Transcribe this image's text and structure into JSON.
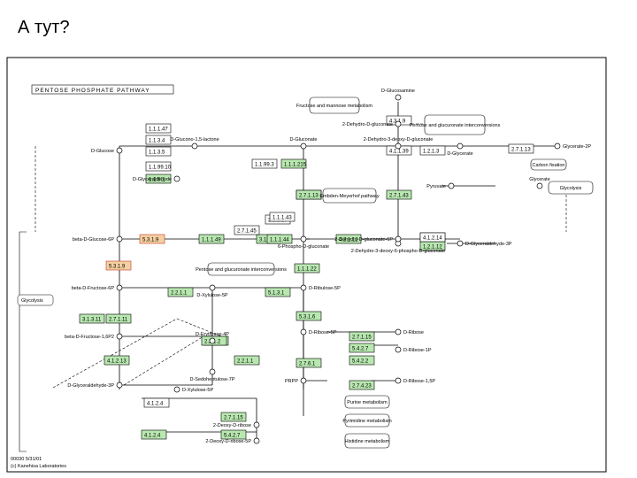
{
  "slide": {
    "title": "А тут?"
  },
  "diagram": {
    "header": "PENTOSE PHOSPHATE PATHWAY",
    "footer": [
      "00030 5/31/01",
      "(c) Kanehisa Laboratories"
    ],
    "enzymes": [
      {
        "id": "e1",
        "label": "1.1.1.47",
        "green": false
      },
      {
        "id": "e2",
        "label": "1.1.3.4",
        "green": false
      },
      {
        "id": "e3",
        "label": "1.1.3.5",
        "green": false
      },
      {
        "id": "e4",
        "label": "1.1.99.10",
        "green": false
      },
      {
        "id": "e5",
        "label": "1.1.5.2",
        "green": true
      },
      {
        "id": "e6",
        "label": "5.3.1.9",
        "green": false,
        "red": true
      },
      {
        "id": "e7",
        "label": "5.3.1.9",
        "green": false,
        "red": true
      },
      {
        "id": "e8",
        "label": "1.1.1.49",
        "green": true
      },
      {
        "id": "e9",
        "label": "3.1.1.31",
        "green": true
      },
      {
        "id": "e10",
        "label": "3.1.1.17",
        "green": false
      },
      {
        "id": "e11",
        "label": "2.7.1.12",
        "green": true
      },
      {
        "id": "e12",
        "label": "1.1.99.3",
        "green": false
      },
      {
        "id": "e13",
        "label": "1.1.1.215",
        "green": true
      },
      {
        "id": "e14",
        "label": "2.7.1.13",
        "green": true
      },
      {
        "id": "e15",
        "label": "1.1.1.43",
        "green": false
      },
      {
        "id": "e16",
        "label": "2.7.1.43",
        "green": true
      },
      {
        "id": "e17",
        "label": "1.1.1.44",
        "green": true
      },
      {
        "id": "e18",
        "label": "4.2.1.12",
        "green": true
      },
      {
        "id": "e19",
        "label": "4.1.2.14",
        "green": false
      },
      {
        "id": "e20",
        "label": "1.2.1.12",
        "green": true
      },
      {
        "id": "e21",
        "label": "4.1.2.14",
        "green": false
      },
      {
        "id": "e22",
        "label": "4.3.1.9",
        "green": false
      },
      {
        "id": "e23",
        "label": "4.1.1.39",
        "green": false
      },
      {
        "id": "e24",
        "label": "1.2.1.3",
        "green": false
      },
      {
        "id": "e25",
        "label": "2.7.1.13",
        "green": false
      },
      {
        "id": "e26",
        "label": "2.7.1.45",
        "green": false
      },
      {
        "id": "e27",
        "label": "1.1.1.22",
        "green": true
      },
      {
        "id": "e28",
        "label": "2.2.1.1",
        "green": true
      },
      {
        "id": "e29",
        "label": "2.2.1.2",
        "green": true
      },
      {
        "id": "e30",
        "label": "3.1.3.11",
        "green": true
      },
      {
        "id": "e31",
        "label": "2.7.1.11",
        "green": true
      },
      {
        "id": "e32",
        "label": "4.1.2.13",
        "green": true
      },
      {
        "id": "e33",
        "label": "2.2.1.2",
        "green": true
      },
      {
        "id": "e34",
        "label": "2.2.1.1",
        "green": true
      },
      {
        "id": "e35",
        "label": "5.1.3.1",
        "green": true
      },
      {
        "id": "e36",
        "label": "5.3.1.6",
        "green": true
      },
      {
        "id": "e37",
        "label": "2.7.6.1",
        "green": true
      },
      {
        "id": "e38",
        "label": "2.7.1.15",
        "green": true
      },
      {
        "id": "e39",
        "label": "5.4.2.7",
        "green": true
      },
      {
        "id": "e40",
        "label": "5.4.2.2",
        "green": true
      },
      {
        "id": "e41",
        "label": "2.7.4.23",
        "green": true
      },
      {
        "id": "e42",
        "label": "4.1.2.4",
        "green": false
      },
      {
        "id": "e43",
        "label": "2.7.1.15",
        "green": true
      },
      {
        "id": "e44",
        "label": "4.1.2.4",
        "green": true
      },
      {
        "id": "e45",
        "label": "5.4.2.7",
        "green": true
      }
    ],
    "compounds": [
      {
        "id": "c1",
        "label": "D-Gluconate"
      },
      {
        "id": "c2",
        "label": "D-Glucono-1,5-lactone"
      },
      {
        "id": "c3",
        "label": "D-Glucose"
      },
      {
        "id": "c4",
        "label": "beta-D-Glucose-6P"
      },
      {
        "id": "c5",
        "label": "beta-D-Fructose-6P"
      },
      {
        "id": "c6",
        "label": "beta-D-Fructose-1,6P2"
      },
      {
        "id": "c7",
        "label": "D-Glyceraldehyde-3P"
      },
      {
        "id": "c8",
        "label": "6-Phospho-D-gluconate"
      },
      {
        "id": "c9",
        "label": "D-Ribulose-5P"
      },
      {
        "id": "c10",
        "label": "D-Xylulose-5P"
      },
      {
        "id": "c11",
        "label": "D-Ribose-5P"
      },
      {
        "id": "c12",
        "label": "D-Sedoheptulose-7P"
      },
      {
        "id": "c13",
        "label": "D-Erythrose-4P"
      },
      {
        "id": "c14",
        "label": "PRPP"
      },
      {
        "id": "c15",
        "label": "D-Ribose"
      },
      {
        "id": "c16",
        "label": "D-Ribose-1P"
      },
      {
        "id": "c17",
        "label": "D-Ribose-1,5P"
      },
      {
        "id": "c18",
        "label": "2-Deoxy-D-ribose"
      },
      {
        "id": "c19",
        "label": "2-Deoxy-D-ribose-5P"
      },
      {
        "id": "c20",
        "label": "Pyruvate"
      },
      {
        "id": "c21",
        "label": "D-Glycerate"
      },
      {
        "id": "c22",
        "label": "D-Glyceraldehyde"
      },
      {
        "id": "c23",
        "label": "D-Glyceraldehyde-3P"
      },
      {
        "id": "c24",
        "label": "Glycerate-2P"
      },
      {
        "id": "c25",
        "label": "Glycerate"
      },
      {
        "id": "c26",
        "label": "2-Dehydro-3-deoxy-D-gluconate"
      },
      {
        "id": "c27",
        "label": "2-Dehydro-3-deoxy-6-phospho-D-gluconate"
      },
      {
        "id": "c28",
        "label": "D-Glucosamine"
      },
      {
        "id": "c29",
        "label": "2-Dehydro-D-gluconate"
      },
      {
        "id": "c30",
        "label": "2-Dehydro-D-gluconate-6P"
      },
      {
        "id": "c31",
        "label": "D-Xylulose-5P"
      }
    ],
    "maps": [
      {
        "id": "m1",
        "label": "Embden-Meyerhof pathway"
      },
      {
        "id": "m2",
        "label": "Glycolysis"
      },
      {
        "id": "m3",
        "label": "Glycolysis"
      },
      {
        "id": "m4",
        "label": "Pentose and glucuronate interconversions"
      },
      {
        "id": "m5",
        "label": "Purine metabolism"
      },
      {
        "id": "m6",
        "label": "Pyrimidine metabolism"
      },
      {
        "id": "m7",
        "label": "Histidine metabolism"
      },
      {
        "id": "m8",
        "label": "Fructose and mannose metabolism"
      },
      {
        "id": "m9",
        "label": "Pentose and glucuronate interconversions"
      },
      {
        "id": "m10",
        "label": "Carbon fixation"
      }
    ]
  }
}
